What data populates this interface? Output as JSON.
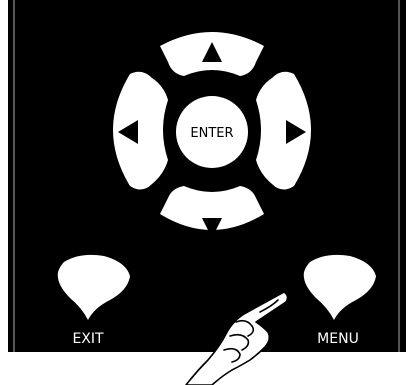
{
  "remote": {
    "enter_label": "ENTER",
    "exit_label": "EXIT",
    "menu_label": "MENU",
    "panel_color": "#000000",
    "button_color": "#ffffff",
    "icons": {
      "up": "triangle-up",
      "down": "triangle-down",
      "left": "triangle-left",
      "right": "triangle-right",
      "hand": "pointing-hand"
    }
  }
}
